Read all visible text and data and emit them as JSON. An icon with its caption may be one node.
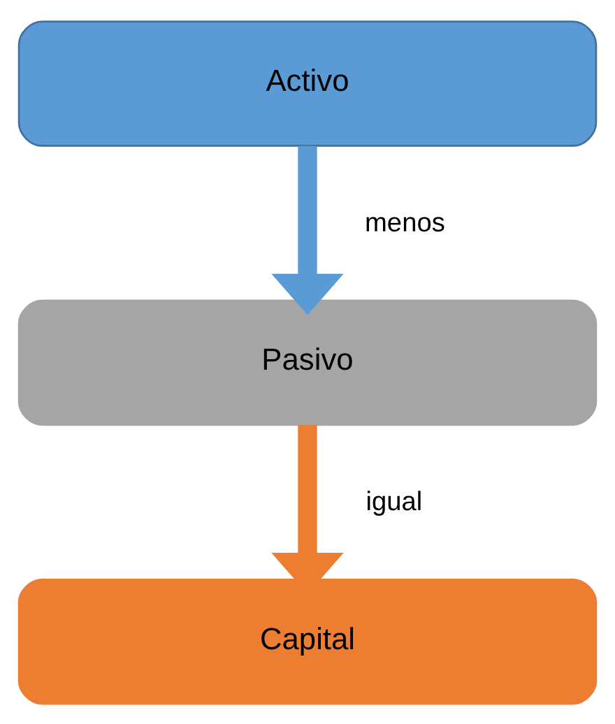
{
  "diagram": {
    "nodes": [
      {
        "text": [
          "Activo"
        ]
      },
      {
        "text": [
          "Pasivo"
        ]
      },
      {
        "text": [
          "Capital"
        ]
      }
    ],
    "edges": [
      {
        "from": 0,
        "to": 1,
        "arrow": "to",
        "label": "menos",
        "color": "#5b9bd5"
      },
      {
        "from": 1,
        "to": 2,
        "arrow": "to",
        "label": "igual",
        "color": "#ed7d31"
      }
    ]
  }
}
